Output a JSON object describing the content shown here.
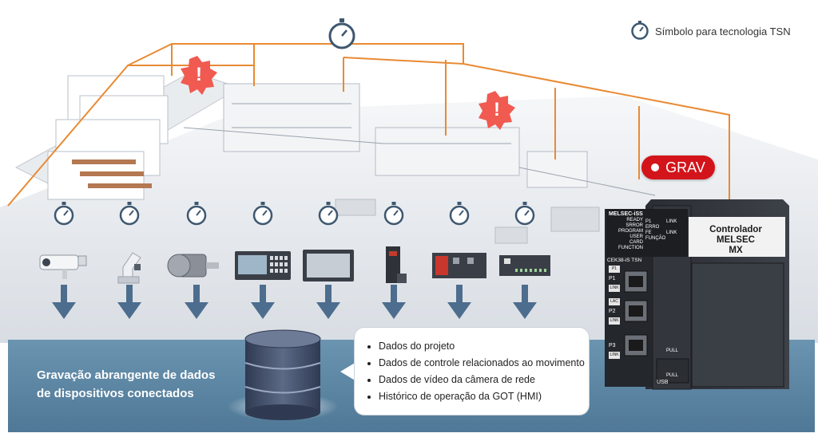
{
  "legend": {
    "icon": "stopwatch-icon",
    "label": "Símbolo para tecnologia TSN"
  },
  "record_badge": {
    "icon": "record-dot-icon",
    "label": "GRAV",
    "color": "#d3141a"
  },
  "alerts": {
    "icon": "exclamation-badge-icon",
    "symbol": "!",
    "color": "#f05a50"
  },
  "devices": [
    {
      "name": "network-camera",
      "icon": "camera-icon"
    },
    {
      "name": "robot-arm",
      "icon": "robot-arm-icon"
    },
    {
      "name": "servo-motor",
      "icon": "motor-icon"
    },
    {
      "name": "hmi-panel",
      "icon": "hmi-keypad-icon"
    },
    {
      "name": "touch-panel",
      "icon": "touch-panel-icon"
    },
    {
      "name": "servo-amplifier",
      "icon": "servo-amp-icon"
    },
    {
      "name": "io-module",
      "icon": "io-module-icon"
    },
    {
      "name": "remote-io",
      "icon": "remote-io-icon"
    }
  ],
  "storage": {
    "title_lines": [
      "Gravação abrangente de dados",
      "de dispositivos conectados"
    ],
    "icon": "database-icon",
    "items": [
      "Dados do projeto",
      "Dados de controle relacionados ao movimento",
      "Dados de vídeo da câmera de rede",
      "Histórico de operação da GOT (HMI)"
    ]
  },
  "controller": {
    "title_lines": [
      "Controlador",
      "MELSEC",
      "MX"
    ],
    "model": "MELSEC-iSS",
    "status_left": [
      "READY",
      "SRROR",
      "PROGRAM",
      "USER",
      "CARD",
      "FUNCTION"
    ],
    "status_right": [
      "P1",
      "ERRO",
      "FE",
      "FUNÇÃO"
    ],
    "link_labels": [
      "LINK",
      "LINK"
    ],
    "port_model": "CEK38-iS TSN",
    "port_labels": [
      "P1",
      "LINK",
      "LAC",
      "P2",
      "LINK",
      "P3",
      "LINK"
    ],
    "pull_labels": [
      "PULL",
      "PULL"
    ],
    "usb_label": "USB"
  },
  "colors": {
    "network_line": "#e98a34",
    "band": "#5f8aa6",
    "arrow": "#4d6d8e"
  }
}
